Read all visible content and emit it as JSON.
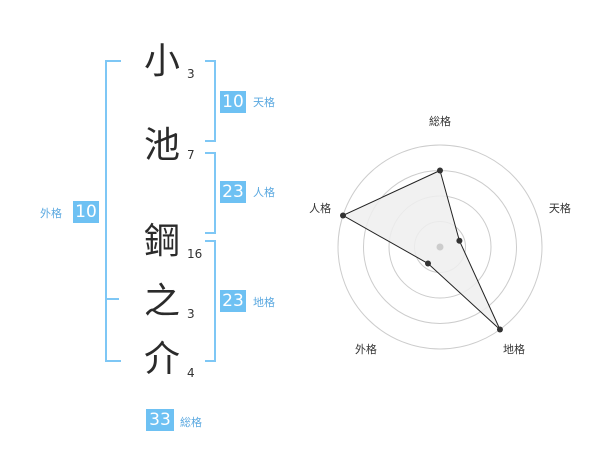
{
  "name": {
    "chars": [
      {
        "char": "小",
        "strokes": "3"
      },
      {
        "char": "池",
        "strokes": "7"
      },
      {
        "char": "鋼",
        "strokes": "16"
      },
      {
        "char": "之",
        "strokes": "3"
      },
      {
        "char": "介",
        "strokes": "4"
      }
    ]
  },
  "kaku": {
    "ten": {
      "value": "10",
      "label": "天格"
    },
    "jin": {
      "value": "23",
      "label": "人格"
    },
    "chi": {
      "value": "23",
      "label": "地格"
    },
    "gai": {
      "value": "10",
      "label": "外格"
    },
    "sou": {
      "value": "33",
      "label": "総格"
    }
  },
  "chart_data": {
    "type": "radar",
    "axes": [
      "総格",
      "天格",
      "地格",
      "外格",
      "人格"
    ],
    "values": [
      0.75,
      0.2,
      1.0,
      0.2,
      1.0
    ],
    "range": [
      0,
      1
    ],
    "rings": 4,
    "colors": {
      "fill": "#efefef",
      "stroke": "#222222",
      "grid": "#cccccc",
      "point": "#333333",
      "center": "#cccccc"
    }
  }
}
